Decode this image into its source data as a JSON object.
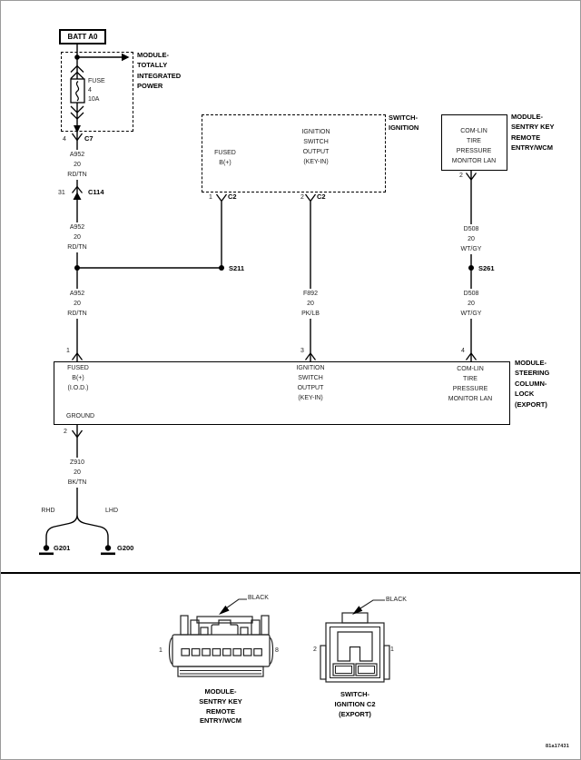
{
  "doc_number": "81a17431",
  "battery": {
    "label": "BATT A0"
  },
  "tipm": {
    "title": [
      "MODULE-",
      "TOTALLY",
      "INTEGRATED",
      "POWER"
    ],
    "fuse": [
      "FUSE",
      "4",
      "10A"
    ],
    "out_pin": "4",
    "out_connector": "C7"
  },
  "c114": {
    "pin": "31",
    "name": "C114"
  },
  "splices": {
    "s211": "S211",
    "s261": "S261"
  },
  "wires": {
    "a952_1": [
      "A952",
      "20",
      "RD/TN"
    ],
    "a952_2": [
      "A952",
      "20",
      "RD/TN"
    ],
    "a952_3": [
      "A952",
      "20",
      "RD/TN"
    ],
    "f892": [
      "F892",
      "20",
      "PK/LB"
    ],
    "d508_1": [
      "D508",
      "20",
      "WT/GY"
    ],
    "d508_2": [
      "D508",
      "20",
      "WT/GY"
    ],
    "z910": [
      "Z910",
      "20",
      "BK/TN"
    ]
  },
  "ignition_switch": {
    "title": [
      "SWITCH-",
      "IGNITION"
    ],
    "fused": [
      "FUSED",
      "B(+)"
    ],
    "output": [
      "IGNITION",
      "SWITCH",
      "OUTPUT",
      "(KEY-IN)"
    ],
    "pin1": "1",
    "pin1_conn": "C2",
    "pin2": "2",
    "pin2_conn": "C2"
  },
  "skreem": {
    "title": [
      "MODULE-",
      "SENTRY KEY",
      "REMOTE",
      "ENTRY/WCM"
    ],
    "port": [
      "COM-LIN",
      "TIRE",
      "PRESSURE",
      "MONITOR LAN"
    ],
    "pin": "2"
  },
  "steering_lock": {
    "title": [
      "MODULE-",
      "STEERING",
      "COLUMN-",
      "LOCK",
      "(EXPORT)"
    ],
    "fused": [
      "FUSED",
      "B(+)",
      "(I.O.D.)"
    ],
    "output": [
      "IGNITION",
      "SWITCH",
      "OUTPUT",
      "(KEY-IN)"
    ],
    "comlin": [
      "COM-LIN",
      "TIRE",
      "PRESSURE",
      "MONITOR LAN"
    ],
    "ground": "GROUND",
    "pin_fused": "1",
    "pin_output": "3",
    "pin_comlin": "4",
    "pin_ground": "2"
  },
  "grounds": {
    "rhd": "RHD",
    "lhd": "LHD",
    "g201": "G201",
    "g200": "G200"
  },
  "views": {
    "skreem": {
      "color": "BLACK",
      "pin_first": "1",
      "pin_last": "8",
      "caption": [
        "MODULE-",
        "SENTRY KEY",
        "REMOTE",
        "ENTRY/WCM"
      ]
    },
    "ignition": {
      "color": "BLACK",
      "pin_left": "2",
      "pin_right": "1",
      "caption": [
        "SWITCH-",
        "IGNITION C2",
        "(EXPORT)"
      ]
    }
  }
}
